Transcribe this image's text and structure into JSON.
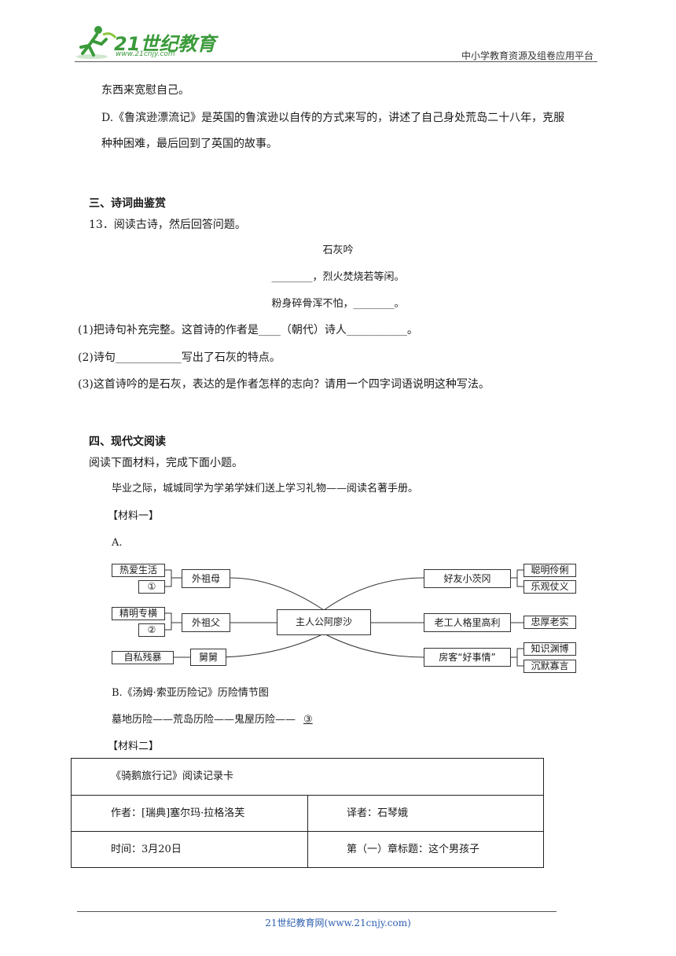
{
  "header": {
    "logo_text": "21世纪教育",
    "logo_url_text": "www.21cnjy.com",
    "right_text": "中小学教育资源及组卷应用平台"
  },
  "intro_lines": [
    "东西来宽慰自己。",
    "D.《鲁滨逊漂流记》是英国的鲁滨逊以自传的方式来写的，讲述了自己身处荒岛二十八年，克服",
    "种种困难，最后回到了英国的故事。"
  ],
  "section3": {
    "title": "三、诗词曲鉴赏",
    "question": "13．阅读古诗，然后回答问题。",
    "poem_title": "石灰吟",
    "poem_line1": "________，烈火焚烧若等闲。",
    "poem_line2": "粉身碎骨浑不怕，________。",
    "q1": "(1)把诗句补充完整。这首诗的作者是____（朝代）诗人___________。",
    "q2": "(2)诗句____________写出了石灰的特点。",
    "q3": "(3)这首诗吟的是石灰，表达的是作者怎样的志向？请用一个四字词语说明这种写法。"
  },
  "section4": {
    "title": "四、现代文阅读",
    "instruction": "阅读下面材料，完成下面小题。",
    "intro": "毕业之际，城城同学为学弟学妹们送上学习礼物——阅读名著手册。",
    "material1": "【材料一】",
    "partA": "A.",
    "mindmap": {
      "center": "主人公阿廖沙",
      "left": [
        {
          "name": "外祖母",
          "traits": [
            "热爱生活",
            "①"
          ]
        },
        {
          "name": "外祖父",
          "traits": [
            "精明专横",
            "②"
          ]
        },
        {
          "name": "舅舅",
          "traits": [
            "自私残暴"
          ]
        }
      ],
      "right": [
        {
          "name": "好友小茨冈",
          "traits": [
            "聪明伶俐",
            "乐观仗义"
          ]
        },
        {
          "name": "老工人格里高利",
          "traits": [
            "忠厚老实"
          ]
        },
        {
          "name": "房客“好事情”",
          "traits": [
            "知识渊博",
            "沉默寡言"
          ]
        }
      ]
    },
    "partB": "B.《汤姆·索亚历险记》历险情节图",
    "adventure_line": "墓地历险——荒岛历险——鬼屋历险——",
    "adventure_blank": "③",
    "material2": "【材料二】",
    "card": {
      "title": "《骑鹅旅行记》阅读记录卡",
      "author": "作者：[瑞典]塞尔玛·拉格洛芙",
      "translator": "译者：石琴娥",
      "time": "时间：3月20日",
      "chapter": "第（一）章标题：这个男孩子"
    }
  },
  "footer": {
    "text": "21世纪教育网(www.21cnjy.com)"
  },
  "colors": {
    "logo_green": "#3a9a3a",
    "footer_blue": "#2f5fb0"
  }
}
